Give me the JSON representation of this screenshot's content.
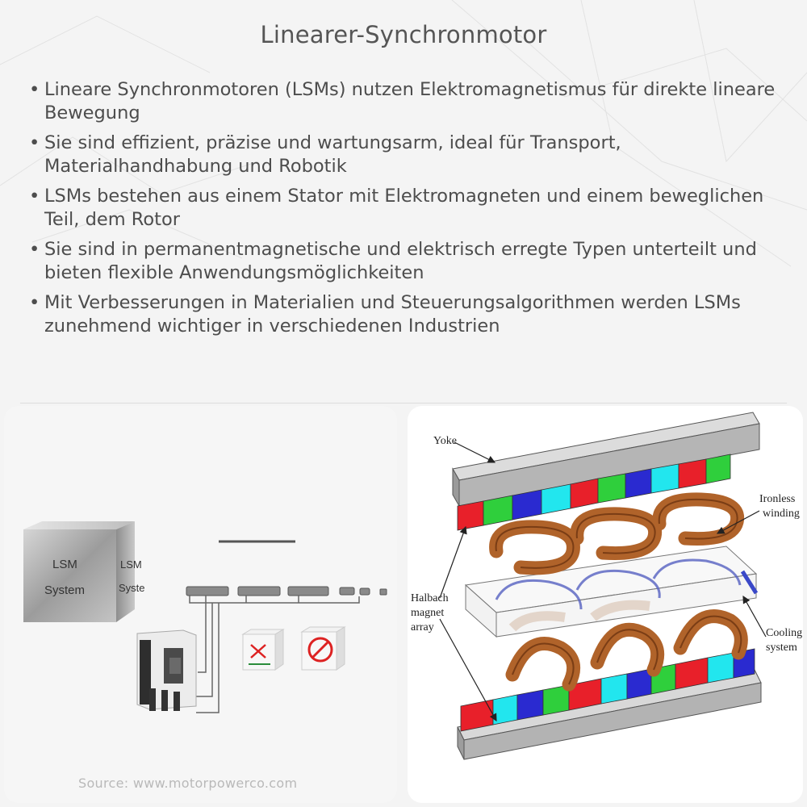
{
  "title": "Linearer-Synchronmotor",
  "bullets": [
    "Lineare Synchronmotoren (LSMs) nutzen Elektromagnetismus für direkte lineare Bewegung",
    "Sie sind effizient, präzise und wartungsarm, ideal für Transport, Materialhandhabung und Robotik",
    "LSMs bestehen aus einem Stator mit Elektromagneten und einem beweglichen Teil, dem Rotor",
    "Sie sind in permanentmagnetische und elektrisch erregte Typen unterteilt und bieten flexible Anwendungsmöglichkeiten",
    "Mit Verbesserungen in Materialien und Steuerungsalgorithmen werden LSMs zunehmend wichtiger in verschiedenen Industrien"
  ],
  "bullet_glyph": "•",
  "left_image": {
    "cube_front_line1": "LSM",
    "cube_front_line2": "System",
    "cube_side_line1": "LSM",
    "cube_side_line2": "Syste"
  },
  "diagram_labels": {
    "yoke": "Yoke",
    "ironless_line1": "Ironless",
    "ironless_line2": "winding",
    "halbach_line1": "Halbach",
    "halbach_line2": "magnet",
    "halbach_line3": "array",
    "cooling_line1": "Cooling",
    "cooling_line2": "system"
  },
  "source": "Source: www.motorpowerco.com",
  "colors": {
    "magnet_red": "#e8202a",
    "magnet_green": "#2fcf3c",
    "magnet_blue": "#2a2ad0",
    "magnet_cyan": "#22e6ee",
    "coil_copper": "#b0632a",
    "yoke_gray": "#a9a9a9"
  }
}
